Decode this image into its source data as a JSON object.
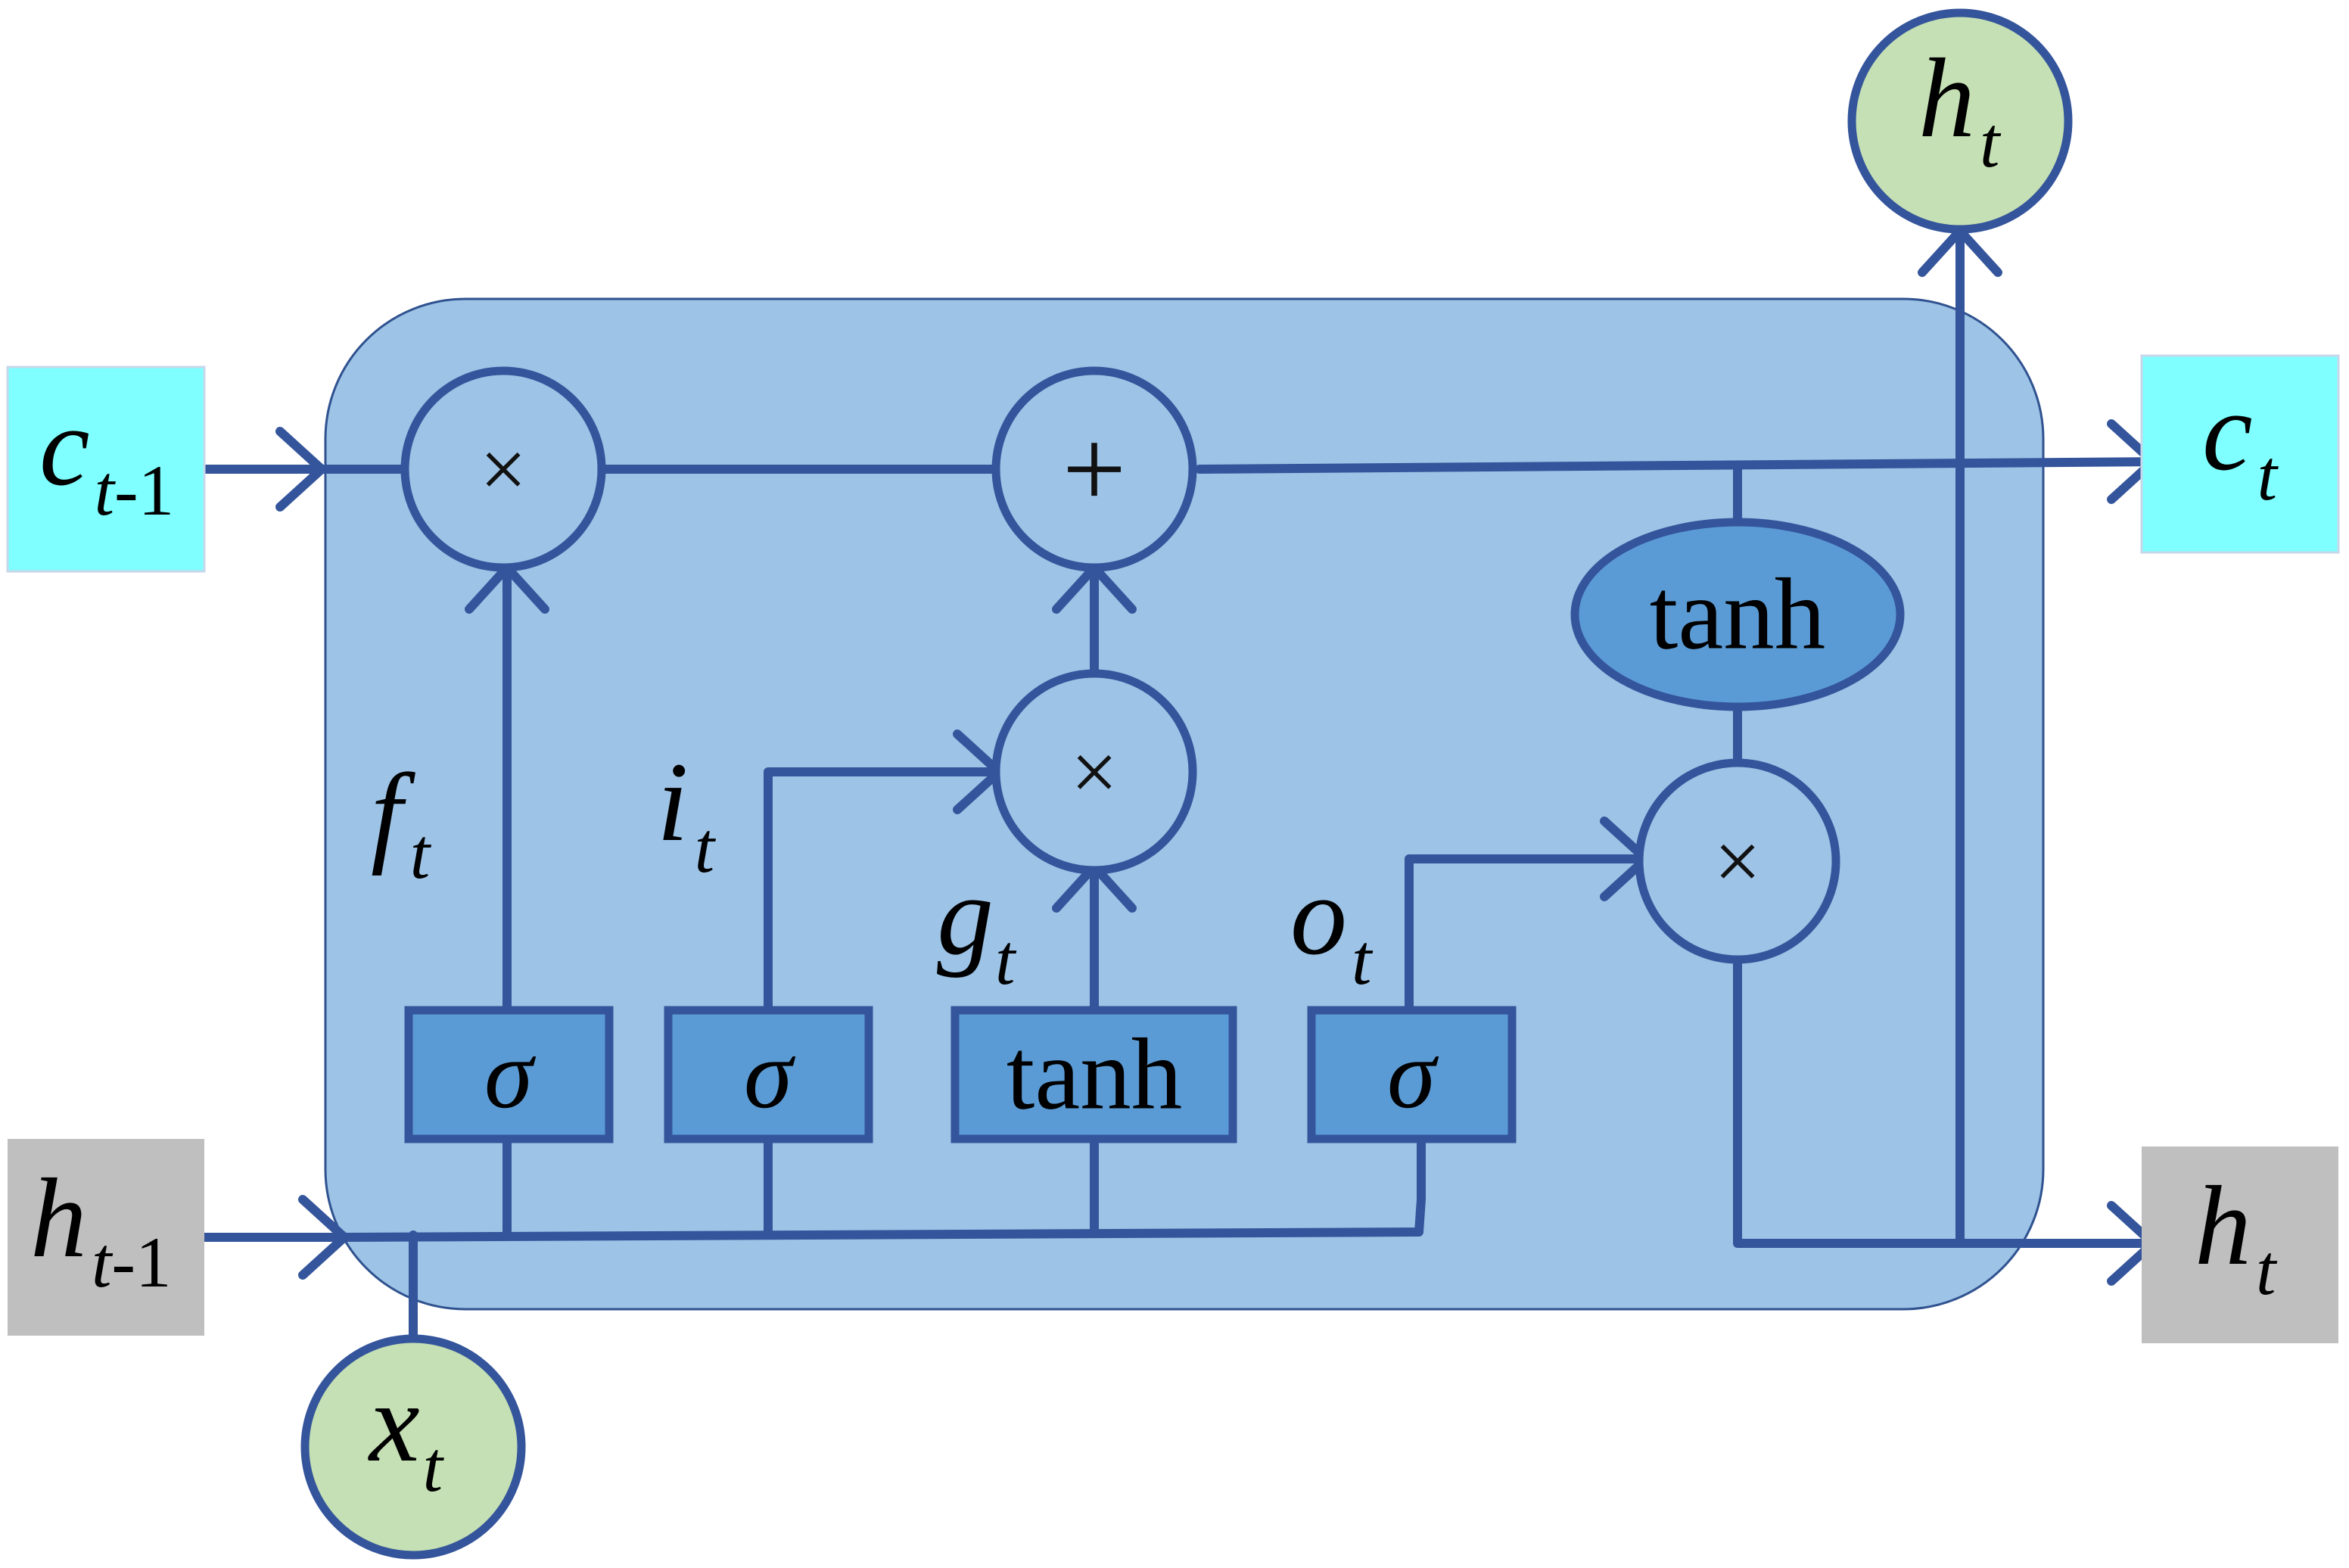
{
  "colors": {
    "line": "#34559b",
    "cell_fill": "#9dc3e6",
    "cell_stroke": "#2f528f",
    "gate_fill": "#5b9bd5",
    "cell_state_fill": "#7fffff",
    "hidden_state_fill": "#bfbfbf",
    "io_circle_fill": "#c5e0b4"
  },
  "inputs": {
    "c_prev": {
      "main": "c",
      "sub": "t",
      "suffix": "-1"
    },
    "h_prev": {
      "main": "h",
      "sub": "t",
      "suffix": "-1"
    },
    "x": {
      "main": "x",
      "sub": "t"
    }
  },
  "outputs": {
    "c": {
      "main": "c",
      "sub": "t"
    },
    "h_right": {
      "main": "h",
      "sub": "t"
    },
    "h_top": {
      "main": "h",
      "sub": "t"
    }
  },
  "gates": {
    "forget": {
      "symbol": "σ",
      "label": {
        "main": "f",
        "sub": "t"
      }
    },
    "input": {
      "symbol": "σ",
      "label": {
        "main": "i",
        "sub": "t"
      }
    },
    "candidate": {
      "symbol": "tanh",
      "label": {
        "main": "g",
        "sub": "t"
      }
    },
    "output": {
      "symbol": "σ",
      "label": {
        "main": "o",
        "sub": "t"
      }
    }
  },
  "operations": {
    "forget_multiply": "×",
    "cell_add": "+",
    "input_multiply": "×",
    "output_multiply": "×",
    "cell_tanh": "tanh"
  }
}
